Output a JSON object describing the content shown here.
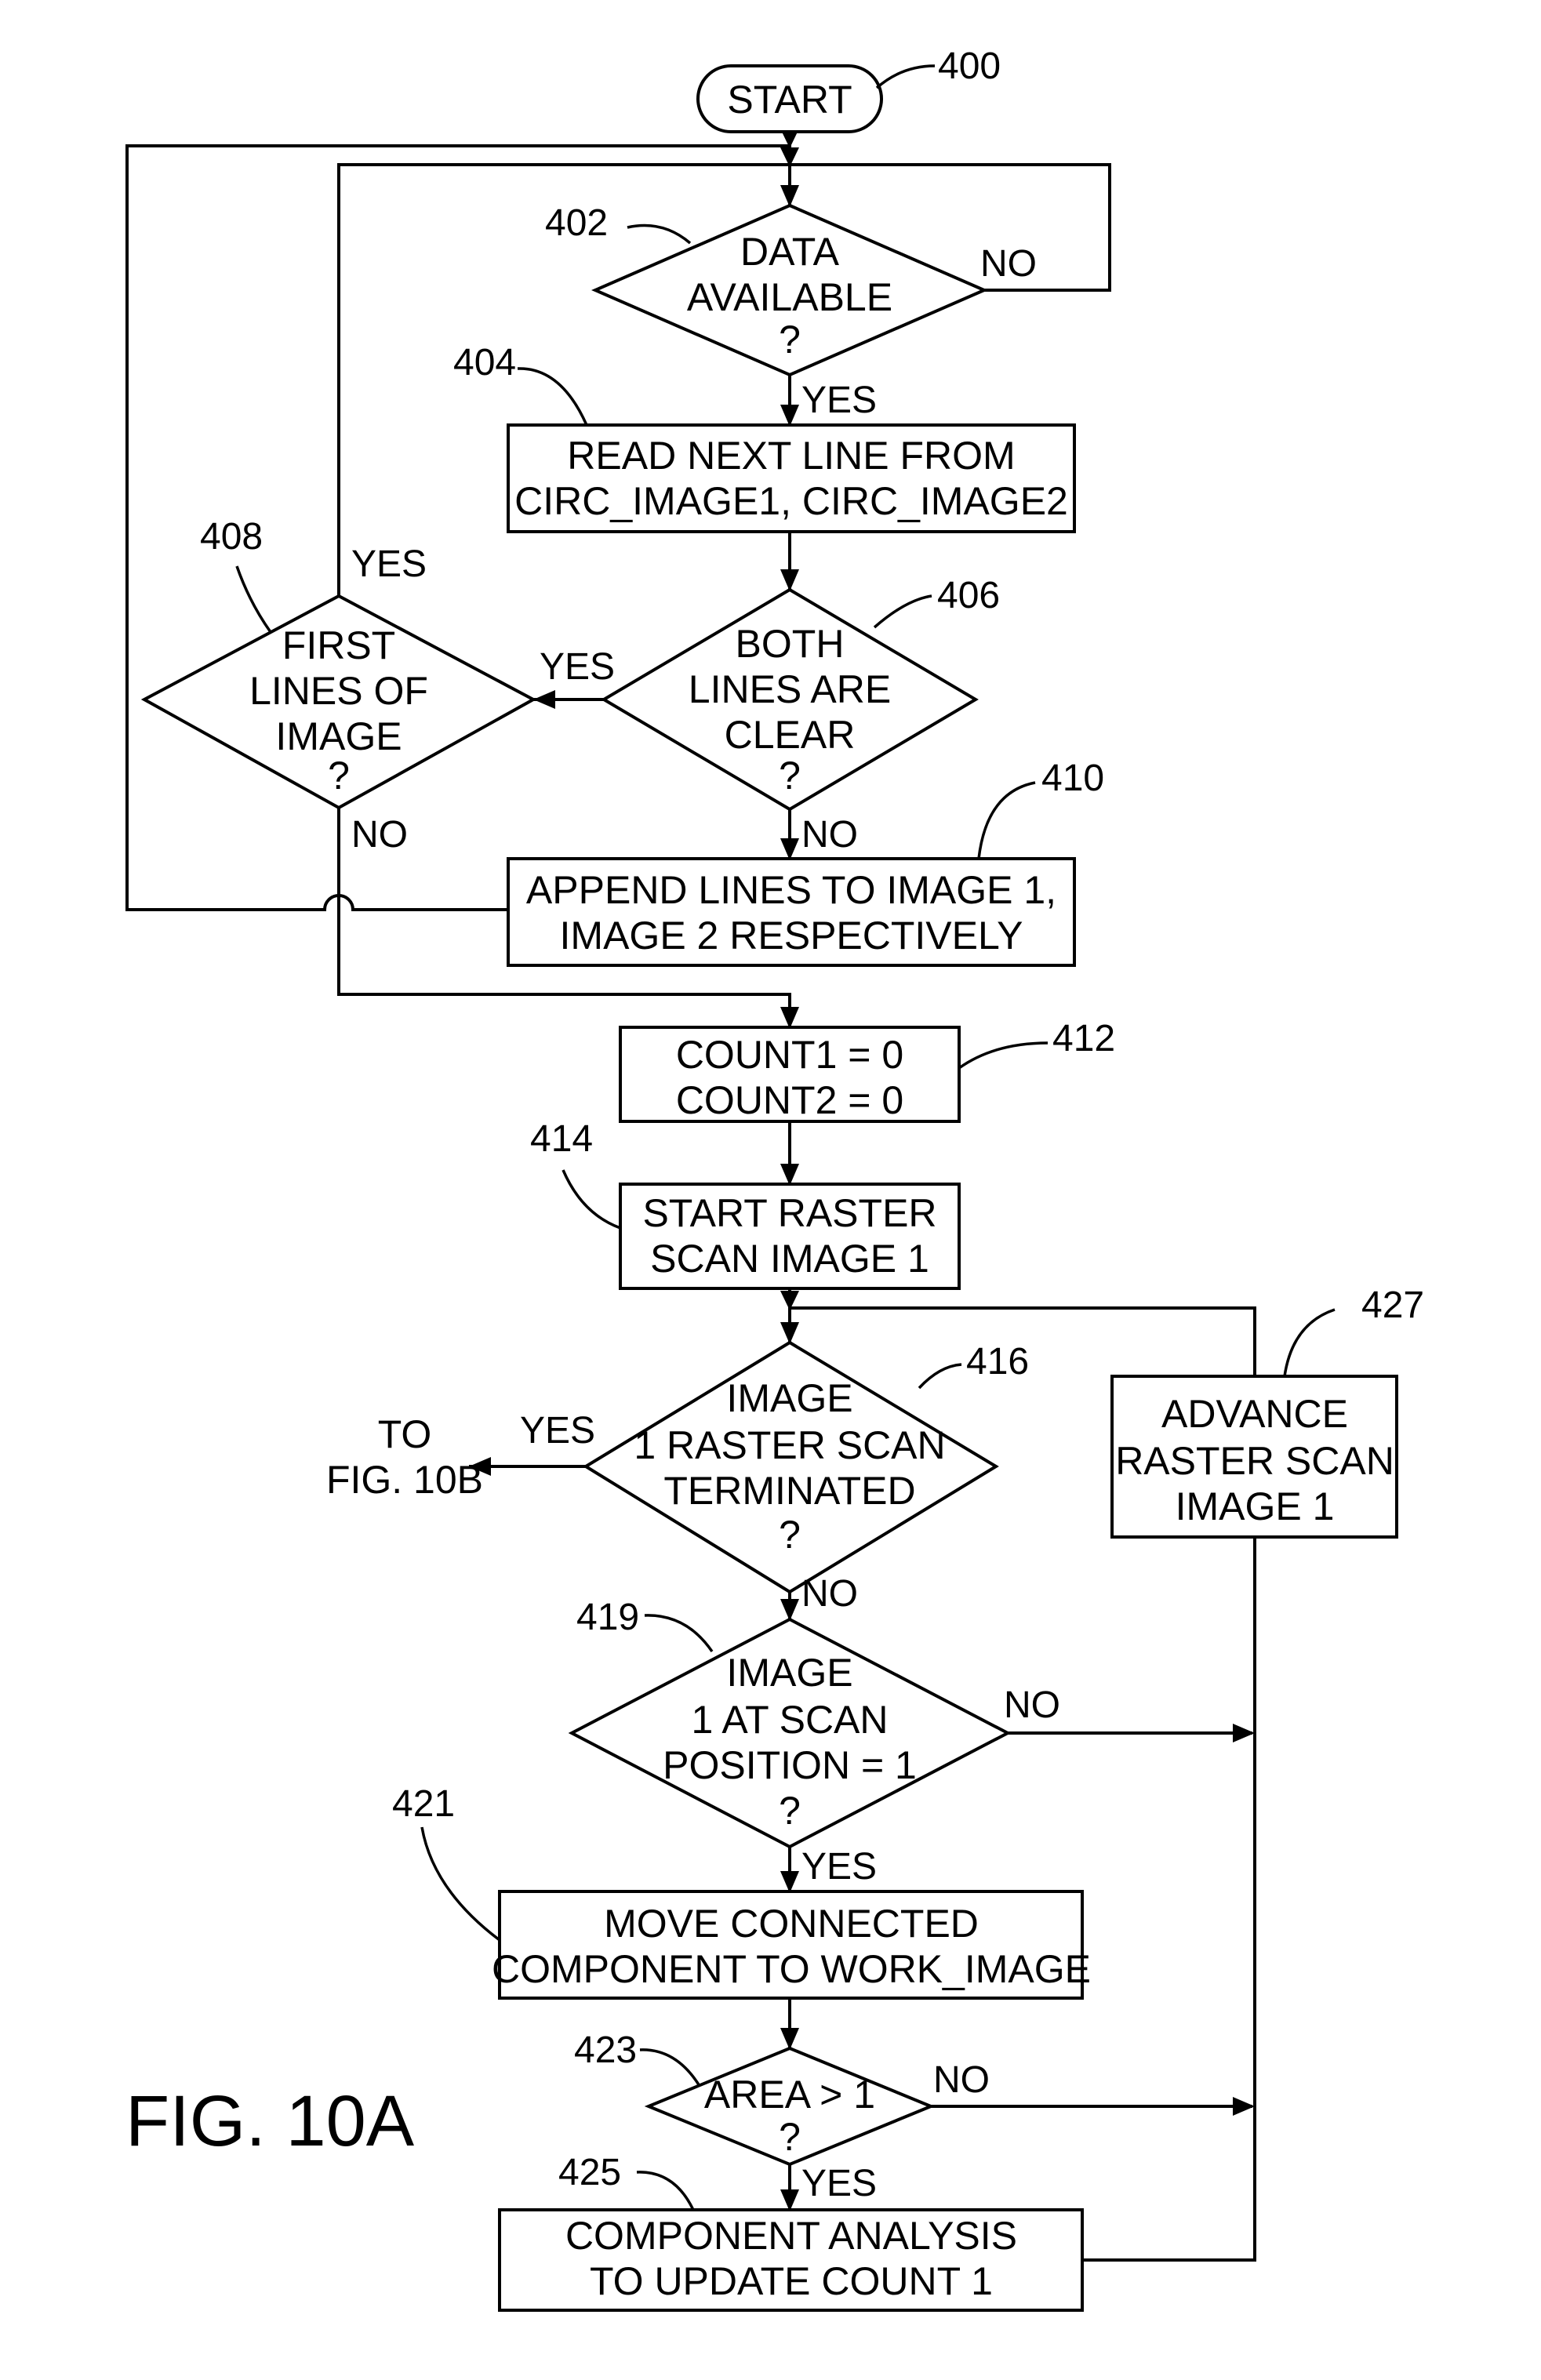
{
  "figure": {
    "title": "FIG. 10A"
  },
  "nodes": {
    "start": {
      "ref": "400",
      "lines": [
        "START"
      ]
    },
    "data_available": {
      "ref": "402",
      "lines": [
        "DATA",
        "AVAILABLE",
        "?"
      ]
    },
    "read_next_line": {
      "ref": "404",
      "lines": [
        "READ  NEXT  LINE  FROM",
        "CIRC_IMAGE1, CIRC_IMAGE2"
      ]
    },
    "both_lines_clear": {
      "ref": "406",
      "lines": [
        "BOTH",
        "LINES  ARE",
        "CLEAR",
        "?"
      ]
    },
    "first_lines_of_image": {
      "ref": "408",
      "lines": [
        "FIRST",
        "LINES  OF",
        "IMAGE",
        "?"
      ]
    },
    "append_lines": {
      "ref": "410",
      "lines": [
        "APPEND  LINES  TO  IMAGE  1,",
        "IMAGE  2  RESPECTIVELY"
      ]
    },
    "count_reset": {
      "ref": "412",
      "lines": [
        "COUNT1 = 0",
        "COUNT2 = 0"
      ]
    },
    "start_raster_scan": {
      "ref": "414",
      "lines": [
        "START  RASTER",
        "SCAN  IMAGE  1"
      ]
    },
    "raster_scan_terminated": {
      "ref": "416",
      "lines": [
        "IMAGE",
        "1  RASTER  SCAN",
        "TERMINATED",
        "?"
      ]
    },
    "at_scan_position": {
      "ref": "419",
      "lines": [
        "IMAGE",
        "1  AT  SCAN",
        "POSITION = 1",
        "?"
      ]
    },
    "move_component": {
      "ref": "421",
      "lines": [
        "MOVE  CONNECTED",
        "COMPONENT  TO  WORK_IMAGE"
      ]
    },
    "area_check": {
      "ref": "423",
      "lines": [
        "AREA > 1",
        "?"
      ]
    },
    "component_analysis": {
      "ref": "425",
      "lines": [
        "COMPONENT  ANALYSIS",
        "TO  UPDATE  COUNT  1"
      ]
    },
    "advance_raster_scan": {
      "ref": "427",
      "lines": [
        "ADVANCE",
        "RASTER  SCAN",
        "IMAGE  1"
      ]
    },
    "to_fig_10b": {
      "lines": [
        "TO",
        "FIG. 10B"
      ]
    }
  },
  "edge_labels": {
    "data_available_no": "NO",
    "data_available_yes": "YES",
    "both_clear_yes": "YES",
    "both_clear_no": "NO",
    "first_lines_yes": "YES",
    "first_lines_no": "NO",
    "terminated_yes": "YES",
    "terminated_no": "NO",
    "scan_position_no": "NO",
    "scan_position_yes": "YES",
    "area_no": "NO",
    "area_yes": "YES"
  }
}
